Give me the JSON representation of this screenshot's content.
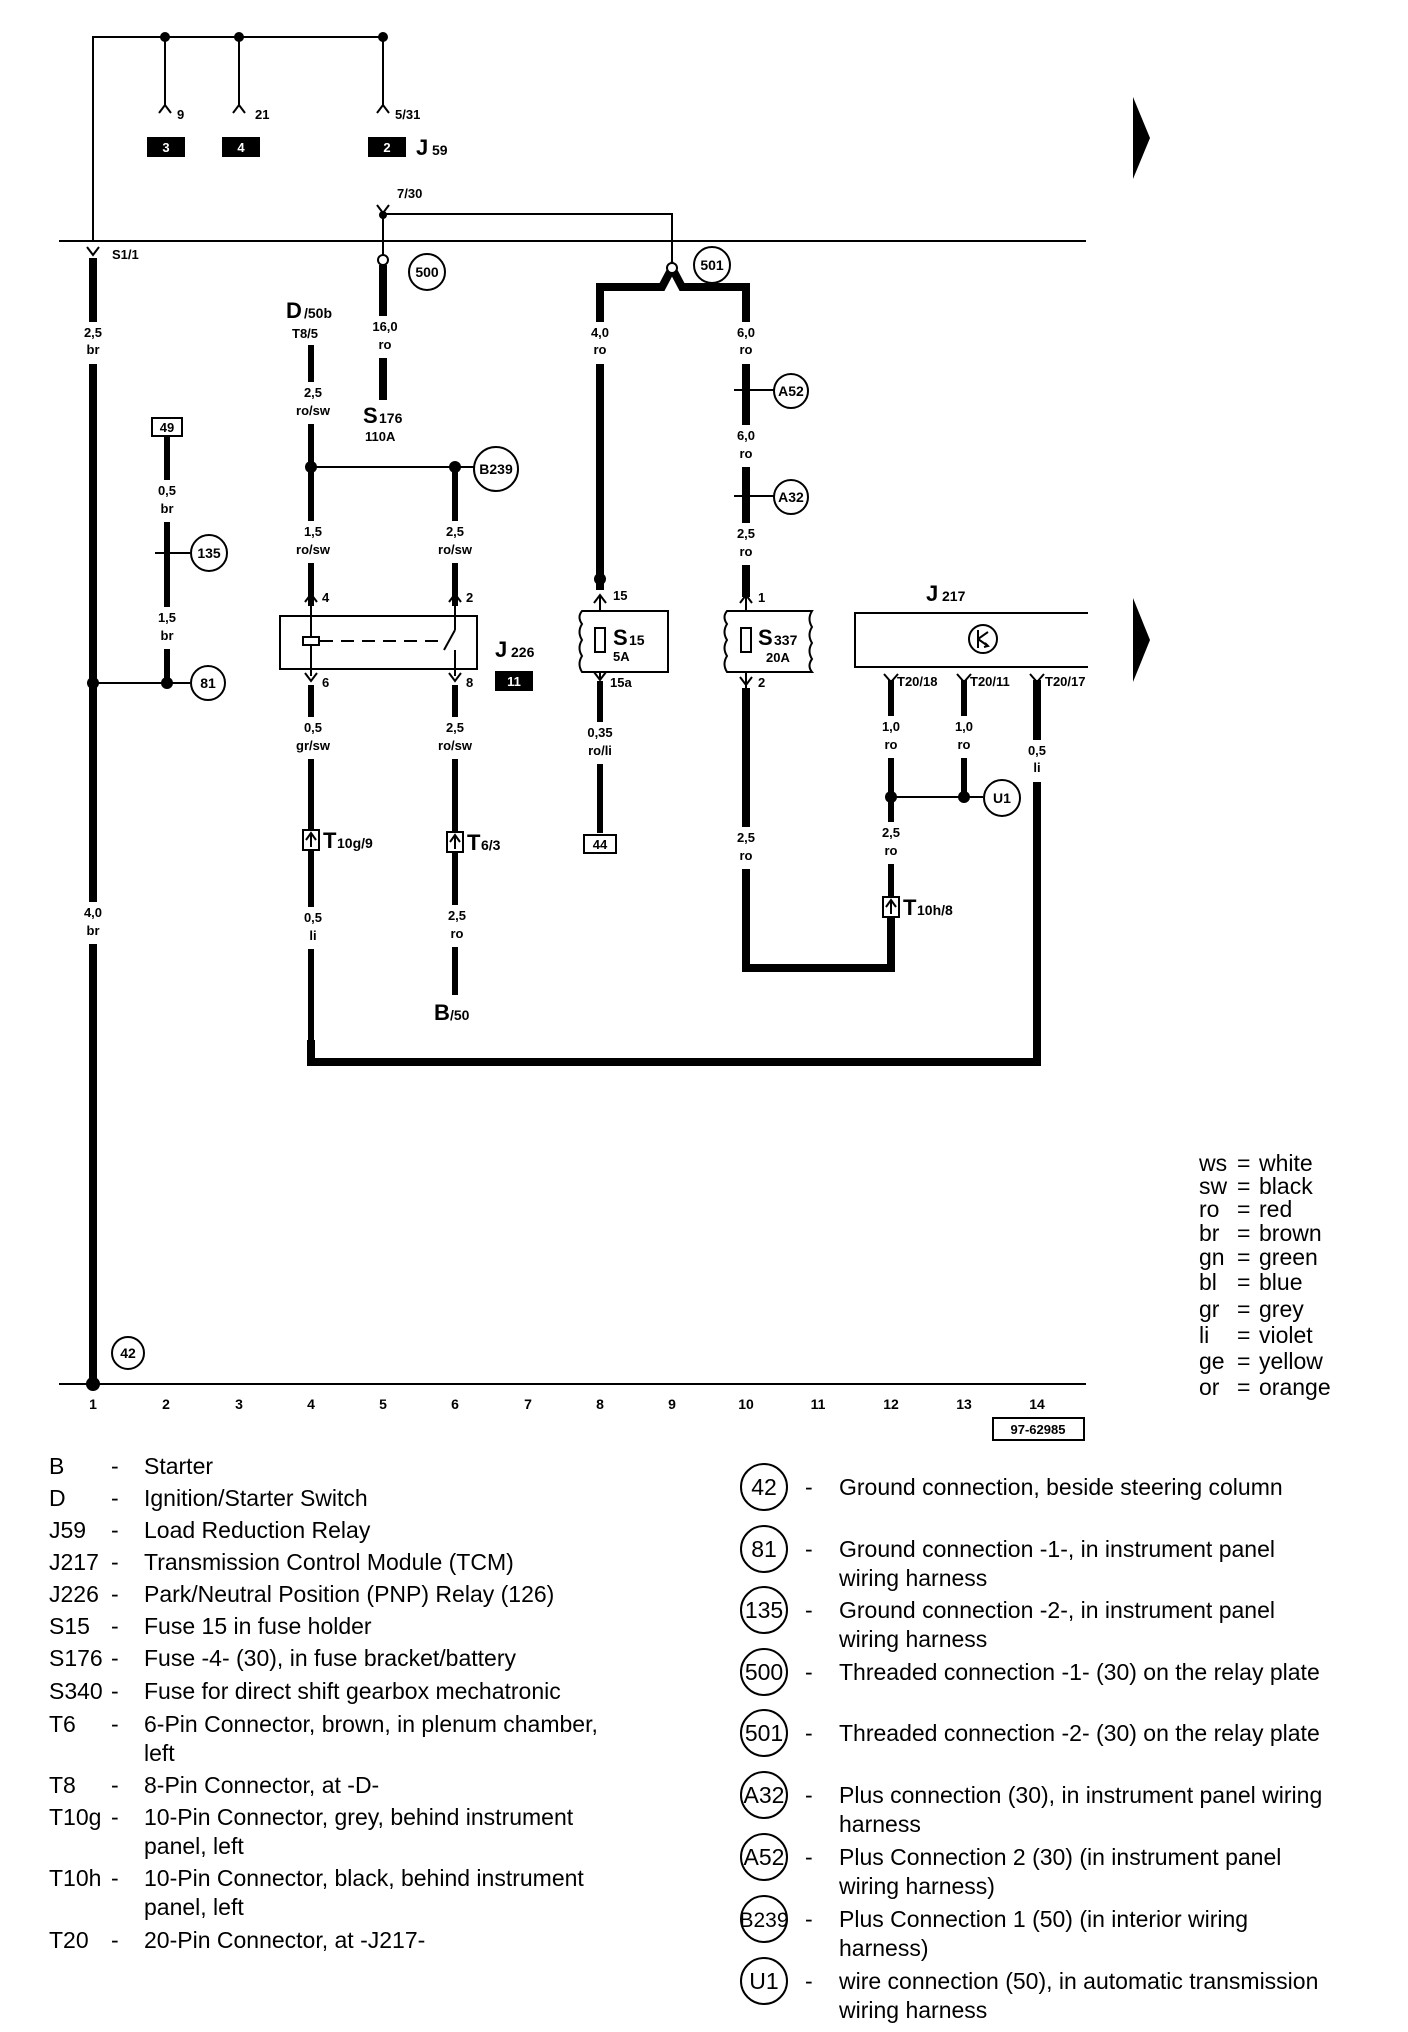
{
  "top_labels": {
    "pin_9": "9",
    "pin_21": "21",
    "pin_5_31": "5/31",
    "box_3": "3",
    "box_4": "4",
    "box_2": "2",
    "j59_main": "J",
    "j59_sub": "59",
    "pin_7_30": "7/30",
    "s1_1": "S1/1"
  },
  "connections": {
    "c500": "500",
    "c501": "501",
    "a52": "A52",
    "a32": "A32",
    "b239": "B239",
    "c135": "135",
    "c81": "81",
    "c42": "42",
    "u1": "U1"
  },
  "wires": {
    "w1a_size": "2,5",
    "w1a_col": "br",
    "w1b_size": "4,0",
    "w1b_col": "br",
    "w2a_size": "0,5",
    "w2a_col": "br",
    "w2b_size": "1,5",
    "w2b_col": "br",
    "w5_size": "16,0",
    "w5_col": "ro",
    "w4a_size": "2,5",
    "w4a_col": "ro/sw",
    "w4b_size": "1,5",
    "w4b_col": "ro/sw",
    "w6a_size": "2,5",
    "w6a_col": "ro/sw",
    "w4c_size": "0,5",
    "w4c_col": "gr/sw",
    "w6b_size": "2,5",
    "w6b_col": "ro/sw",
    "w4d_size": "0,5",
    "w4d_col": "li",
    "w6c_size": "2,5",
    "w6c_col": "ro",
    "w8a_size": "4,0",
    "w8a_col": "ro",
    "w8b_size": "0,35",
    "w8b_col": "ro/li",
    "w10a_size": "6,0",
    "w10a_col": "ro",
    "w10b_size": "6,0",
    "w10b_col": "ro",
    "w10c_size": "2,5",
    "w10c_col": "ro",
    "w10d_size": "2,5",
    "w10d_col": "ro",
    "w12a_size": "1,0",
    "w12a_col": "ro",
    "w13a_size": "1,0",
    "w13a_col": "ro",
    "w12b_size": "2,5",
    "w12b_col": "ro",
    "w14a_size": "0,5",
    "w14a_col": "li"
  },
  "components": {
    "d_main": "D",
    "d_sub": "/50b",
    "t8_5": "T8/5",
    "s176_main": "S",
    "s176_sub": "176",
    "s176_amp": "110A",
    "j226_main": "J",
    "j226_sub": "226",
    "box_11": "11",
    "j226_pin4": "4",
    "j226_pin2": "2",
    "j226_pin6": "6",
    "j226_pin8": "8",
    "t10g_main": "T",
    "t10g_sub": "10g/9",
    "t6_main": "T",
    "t6_sub": "6/3",
    "b_main": "B",
    "b_sub": "/50",
    "box_49": "49",
    "box_44": "44",
    "s15_main": "S",
    "s15_sub": "15",
    "s15_amp": "5A",
    "s15_pin15": "15",
    "s15_pin15a": "15a",
    "s337_main": "S",
    "s337_sub": "337",
    "s337_amp": "20A",
    "s337_pin1": "1",
    "s337_pin2": "2",
    "j217_main": "J",
    "j217_sub": "217",
    "t20_18": "T20/18",
    "t20_11": "T20/11",
    "t20_17": "T20/17",
    "t10h_main": "T",
    "t10h_sub": "10h/8"
  },
  "columns": [
    "1",
    "2",
    "3",
    "4",
    "5",
    "6",
    "7",
    "8",
    "9",
    "10",
    "11",
    "12",
    "13",
    "14"
  ],
  "diagram_ref": "97-62985",
  "color_legend": [
    {
      "code": "ws",
      "name": "white"
    },
    {
      "code": "sw",
      "name": "black"
    },
    {
      "code": "ro",
      "name": "red"
    },
    {
      "code": "br",
      "name": "brown"
    },
    {
      "code": "gn",
      "name": "green"
    },
    {
      "code": "bl",
      "name": "blue"
    },
    {
      "code": "gr",
      "name": "grey"
    },
    {
      "code": "li",
      "name": "violet"
    },
    {
      "code": "ge",
      "name": "yellow"
    },
    {
      "code": "or",
      "name": "orange"
    }
  ],
  "component_list": [
    {
      "code": "B",
      "sep": "-",
      "desc1": "Starter",
      "desc2": ""
    },
    {
      "code": "D",
      "sep": "-",
      "desc1": "Ignition/Starter Switch",
      "desc2": ""
    },
    {
      "code": "J59",
      "sep": "-",
      "desc1": "Load Reduction Relay",
      "desc2": ""
    },
    {
      "code": "J217",
      "sep": "-",
      "desc1": "Transmission Control Module (TCM)",
      "desc2": ""
    },
    {
      "code": "J226",
      "sep": "-",
      "desc1": "Park/Neutral Position (PNP) Relay (126)",
      "desc2": ""
    },
    {
      "code": "S15",
      "sep": "-",
      "desc1": "Fuse 15 in fuse holder",
      "desc2": ""
    },
    {
      "code": "S176",
      "sep": "-",
      "desc1": "Fuse -4- (30), in fuse bracket/battery",
      "desc2": ""
    },
    {
      "code": "S340",
      "sep": "-",
      "desc1": "Fuse for direct shift gearbox mechatronic",
      "desc2": ""
    },
    {
      "code": "T6",
      "sep": "-",
      "desc1": "6-Pin Connector, brown, in plenum chamber,",
      "desc2": "left"
    },
    {
      "code": "T8",
      "sep": "-",
      "desc1": "8-Pin Connector, at -D-",
      "desc2": ""
    },
    {
      "code": "T10g",
      "sep": "-",
      "desc1": "10-Pin Connector, grey, behind instrument",
      "desc2": "panel, left"
    },
    {
      "code": "T10h",
      "sep": "-",
      "desc1": "10-Pin Connector, black, behind instrument",
      "desc2": "panel, left"
    },
    {
      "code": "T20",
      "sep": "-",
      "desc1": "20-Pin Connector, at -J217-",
      "desc2": ""
    }
  ],
  "connection_list": [
    {
      "code": "42",
      "sep": "-",
      "desc1": "Ground connection, beside steering column",
      "desc2": ""
    },
    {
      "code": "81",
      "sep": "-",
      "desc1": "Ground connection -1-, in instrument panel",
      "desc2": "wiring harness"
    },
    {
      "code": "135",
      "sep": "-",
      "desc1": "Ground connection -2-, in instrument panel",
      "desc2": "wiring harness"
    },
    {
      "code": "500",
      "sep": "-",
      "desc1": "Threaded connection -1- (30) on the relay plate",
      "desc2": ""
    },
    {
      "code": "501",
      "sep": "-",
      "desc1": "Threaded connection -2- (30) on the relay plate",
      "desc2": ""
    },
    {
      "code": "A32",
      "sep": "-",
      "desc1": "Plus connection (30), in instrument panel wiring",
      "desc2": "harness"
    },
    {
      "code": "A52",
      "sep": "-",
      "desc1": "Plus Connection 2 (30) (in instrument panel",
      "desc2": "wiring harness)"
    },
    {
      "code": "B239",
      "sep": "-",
      "desc1": "Plus Connection 1 (50) (in interior wiring",
      "desc2": "harness)"
    },
    {
      "code": "U1",
      "sep": "-",
      "desc1": "wire connection (50), in automatic transmission",
      "desc2": "wiring harness"
    }
  ]
}
